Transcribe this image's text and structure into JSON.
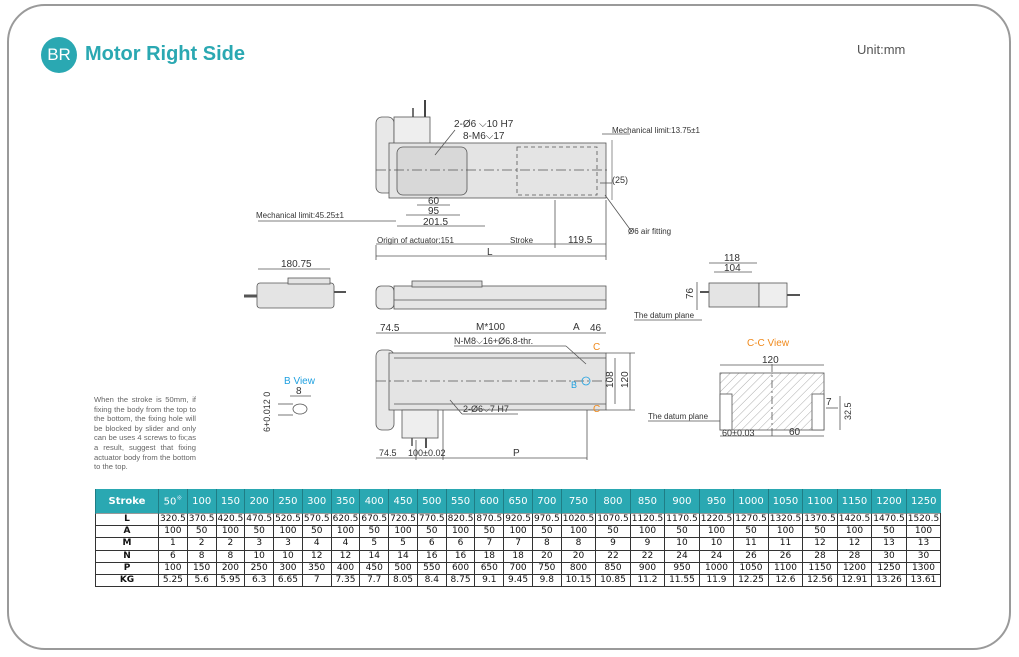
{
  "header": {
    "badge": "BR",
    "title": "Motor Right Side",
    "unit": "Unit:mm"
  },
  "note": "When the stroke is 50mm, if fixing the body from the top to the bottom, the fixing hole will be blocked by slider and only can be uses 4 screws to fix;as a result, suggest that fixing actuator body from the bottom to the top.",
  "drawing": {
    "top_view": {
      "hole_label": "2-Ø6 ⌵10 H7",
      "screw_label": "8-M6⌵17",
      "mech_limit_right": "Mechanical limit:13.75±1",
      "mech_limit_left": "Mechanical limit:45.25±1",
      "dim_25": "(25)",
      "dim_60": "60",
      "dim_95": "95",
      "dim_201_5": "201.5",
      "air_fitting": "Ø6 air fitting",
      "origin": "Origin of actuator:151",
      "stroke": "Stroke",
      "dim_119_5": "119.5",
      "dim_L": "L"
    },
    "left_end_view": {
      "dim": "180.75"
    },
    "right_end_view": {
      "dim_118": "118",
      "dim_104": "104",
      "dim_76": "76",
      "datum": "The datum plane"
    },
    "bottom_view": {
      "dim_74_5_top": "74.5",
      "dim_M": "M*100",
      "dim_A": "A",
      "dim_46": "46",
      "thread_label": "N-M8⌵16+Ø6.8-thr.",
      "section_c": "C",
      "b_marker": "B",
      "dim_108": "108",
      "dim_120": "120",
      "pin_label": "2-Ø6⌵7 H7",
      "dim_74_5_bottom": "74.5",
      "dim_100": "100±0.02",
      "dim_P": "P"
    },
    "b_view": {
      "title": "B View",
      "dim_8": "8",
      "dim_tol": "6+0.012 0"
    },
    "cc_view": {
      "title": "C-C View",
      "dim_120": "120",
      "dim_7": "7",
      "dim_32_5": "32.5",
      "dim_60_tol": "60±0.03",
      "dim_60": "60",
      "datum": "The datum plane"
    }
  },
  "table": {
    "header_label": "Stroke",
    "footnote_mark": "※",
    "strokes": [
      "50",
      "100",
      "150",
      "200",
      "250",
      "300",
      "350",
      "400",
      "450",
      "500",
      "550",
      "600",
      "650",
      "700",
      "750",
      "800",
      "850",
      "900",
      "950",
      "1000",
      "1050",
      "1100",
      "1150",
      "1200",
      "1250"
    ],
    "rows": [
      {
        "label": "L",
        "values": [
          "320.5",
          "370.5",
          "420.5",
          "470.5",
          "520.5",
          "570.5",
          "620.5",
          "670.5",
          "720.5",
          "770.5",
          "820.5",
          "870.5",
          "920.5",
          "970.5",
          "1020.5",
          "1070.5",
          "1120.5",
          "1170.5",
          "1220.5",
          "1270.5",
          "1320.5",
          "1370.5",
          "1420.5",
          "1470.5",
          "1520.5"
        ]
      },
      {
        "label": "A",
        "values": [
          "100",
          "50",
          "100",
          "50",
          "100",
          "50",
          "100",
          "50",
          "100",
          "50",
          "100",
          "50",
          "100",
          "50",
          "100",
          "50",
          "100",
          "50",
          "100",
          "50",
          "100",
          "50",
          "100",
          "50",
          "100"
        ]
      },
      {
        "label": "M",
        "values": [
          "1",
          "2",
          "2",
          "3",
          "3",
          "4",
          "4",
          "5",
          "5",
          "6",
          "6",
          "7",
          "7",
          "8",
          "8",
          "9",
          "9",
          "10",
          "10",
          "11",
          "11",
          "12",
          "12",
          "13",
          "13"
        ]
      },
      {
        "label": "N",
        "values": [
          "6",
          "8",
          "8",
          "10",
          "10",
          "12",
          "12",
          "14",
          "14",
          "16",
          "16",
          "18",
          "18",
          "20",
          "20",
          "22",
          "22",
          "24",
          "24",
          "26",
          "26",
          "28",
          "28",
          "30",
          "30"
        ]
      },
      {
        "label": "P",
        "values": [
          "100",
          "150",
          "200",
          "250",
          "300",
          "350",
          "400",
          "450",
          "500",
          "550",
          "600",
          "650",
          "700",
          "750",
          "800",
          "850",
          "900",
          "950",
          "1000",
          "1050",
          "1100",
          "1150",
          "1200",
          "1250",
          "1300"
        ]
      },
      {
        "label": "KG",
        "values": [
          "5.25",
          "5.6",
          "5.95",
          "6.3",
          "6.65",
          "7",
          "7.35",
          "7.7",
          "8.05",
          "8.4",
          "8.75",
          "9.1",
          "9.45",
          "9.8",
          "10.15",
          "10.85",
          "11.2",
          "11.55",
          "11.9",
          "12.25",
          "12.6",
          "12.56",
          "12.91",
          "13.26",
          "13.61"
        ]
      }
    ]
  },
  "colors": {
    "accent": "#2aa8b2",
    "section": "#f08a1c",
    "marker": "#1ea0e0"
  }
}
